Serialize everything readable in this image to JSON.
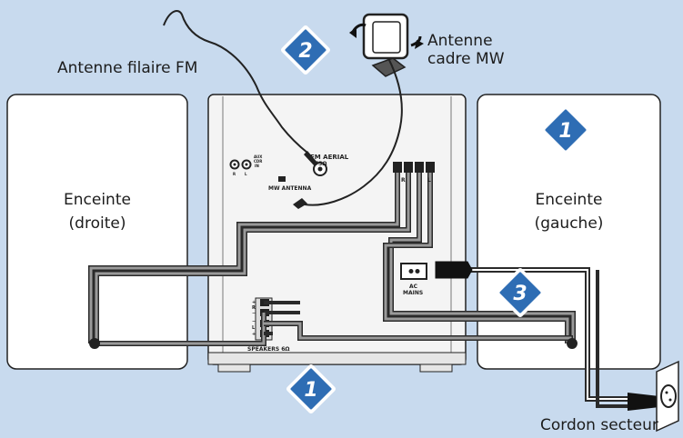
{
  "labels": {
    "speaker_right_line1": "Enceinte",
    "speaker_right_line2": "(droite)",
    "speaker_left_line1": "Enceinte",
    "speaker_left_line2": "(gauche)",
    "fm_antenna": "Antenne filaire FM",
    "mw_antenna_line1": "Antenne",
    "mw_antenna_line2": "cadre MW",
    "power_cord": "Cordon secteur"
  },
  "panel": {
    "fm_aerial": "FM AERIAL",
    "fm_ohm": "75Ω",
    "aux": "AUX",
    "cdr": "CDR",
    "in": "IN",
    "r": "R",
    "l": "L",
    "mw_antenna": "MW ANTENNA",
    "ac": "AC",
    "mains": "MAINS",
    "speakers": "SPEAKERS 6Ω",
    "plus": "+",
    "minus": "−"
  },
  "steps": {
    "one": "1",
    "two": "2",
    "three": "3"
  },
  "colors": {
    "background": "#c8daee",
    "badge_blue": "#2e6db4",
    "cable_dark": "#2a2a2a",
    "cable_grey": "#9a9a9a"
  }
}
